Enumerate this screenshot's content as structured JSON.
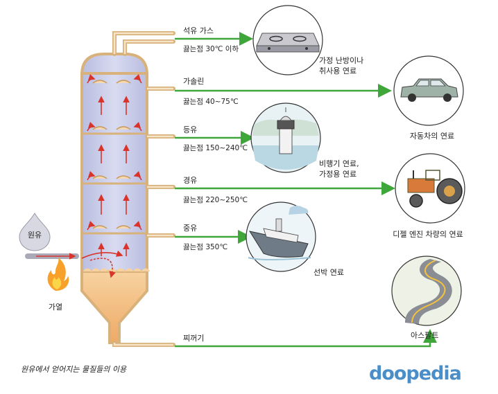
{
  "crude_oil_label": "원유",
  "heating_label": "가열",
  "fractions": [
    {
      "name": "석유 가스",
      "boiling": "끓는점 30℃ 이하",
      "use": [
        "가정 난방이나",
        "취사용 연료"
      ],
      "use_icon": "gas-stove-icon"
    },
    {
      "name": "가솔린",
      "boiling": "끓는점 40~75℃",
      "use": [
        "자동차의 연료"
      ],
      "use_icon": "car-icon"
    },
    {
      "name": "등유",
      "boiling": "끓는점 150~240℃",
      "use": [
        "비행기 연료,",
        "가정용 연료"
      ],
      "use_icon": "airport-tower-icon"
    },
    {
      "name": "경유",
      "boiling": "끓는점 220~250℃",
      "use": [
        "디젤 엔진 차량의 연료"
      ],
      "use_icon": "tractor-icon"
    },
    {
      "name": "중유",
      "boiling": "끓는점 350℃",
      "use": [
        "선박 연료"
      ],
      "use_icon": "ship-icon"
    },
    {
      "name": "찌꺼기",
      "boiling": "",
      "use": [
        "아스팔트"
      ],
      "use_icon": "road-icon"
    }
  ],
  "caption": "원유에서 얻어지는 물질들의 이용",
  "brand": "doopedia",
  "colors": {
    "arrow": "#3fa63a",
    "column": "#c9cde8",
    "pipe": "#f4d9b0",
    "residue": "#f2b97a",
    "flow": "#d9342b"
  }
}
